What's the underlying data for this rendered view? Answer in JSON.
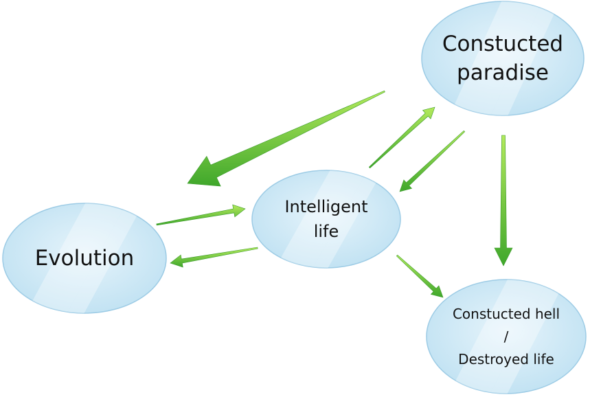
{
  "nodes": {
    "paradise": {
      "line1": "Constucted",
      "line2": "paradise"
    },
    "intelligent": {
      "line1": "Intelligent",
      "line2": "life"
    },
    "evolution": {
      "label": "Evolution"
    },
    "hell": {
      "line1": "Constucted hell",
      "line2": "/",
      "line3": "Destroyed life"
    }
  },
  "colors": {
    "ellipse_fill_light": "#e6f4fb",
    "ellipse_fill_dark": "#bfe1f2",
    "ellipse_stroke": "#9ccbe5",
    "arrow_light": "#b4ea5c",
    "arrow_dark": "#3fa72b"
  }
}
